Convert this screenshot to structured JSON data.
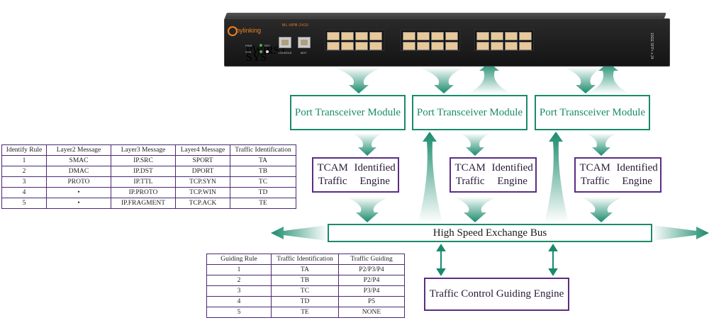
{
  "device": {
    "brand": "bylinking",
    "model": "ML-NPB-2410",
    "side_label": "10GE SFP+ x 24",
    "led_labels": [
      "PWR",
      "RST",
      "SYS"
    ],
    "console_label": "CONSOLE",
    "mgt_label": "MGT"
  },
  "port_modules": [
    "Port Transceiver Module",
    "Port Transceiver Module",
    "Port Transceiver Module"
  ],
  "tcam_engines": [
    [
      "TCAM Traffic",
      "Identified Engine"
    ],
    [
      "TCAM Traffic",
      "Identified Engine"
    ],
    [
      "TCAM Traffic",
      "Identified Engine"
    ]
  ],
  "bus_label": "High Speed Exchange Bus",
  "guiding_engine_label": "Traffic Control Guiding Engine",
  "identify_table": {
    "headers": [
      "Identify Rule",
      "Layer2 Message",
      "Layer3 Message",
      "Layer4 Message",
      "Traffic Identification"
    ],
    "rows": [
      [
        "1",
        "SMAC",
        "IP.SRC",
        "SPORT",
        "TA"
      ],
      [
        "2",
        "DMAC",
        "IP.DST",
        "DPORT",
        "TB"
      ],
      [
        "3",
        "PROTO",
        "IP.TTL",
        "TCP.SYN",
        "TC"
      ],
      [
        "4",
        "•",
        "IP.PROTO",
        "TCP.WIN",
        "TD"
      ],
      [
        "5",
        "•",
        "IP.FRAGMENT",
        "TCP.ACK",
        "TE"
      ]
    ]
  },
  "guiding_table": {
    "headers": [
      "Guiding Rule",
      "Traffic Identification",
      "Traffic Guiding"
    ],
    "rows": [
      [
        "1",
        "TA",
        "P2/P3/P4"
      ],
      [
        "2",
        "TB",
        "P2/P4"
      ],
      [
        "3",
        "TC",
        "P3/P4"
      ],
      [
        "4",
        "TD",
        "P5"
      ],
      [
        "5",
        "TE",
        "NONE"
      ]
    ]
  },
  "colors": {
    "green": "#1a8a6c",
    "purple": "#5a2d82",
    "accent": "#f08020"
  }
}
